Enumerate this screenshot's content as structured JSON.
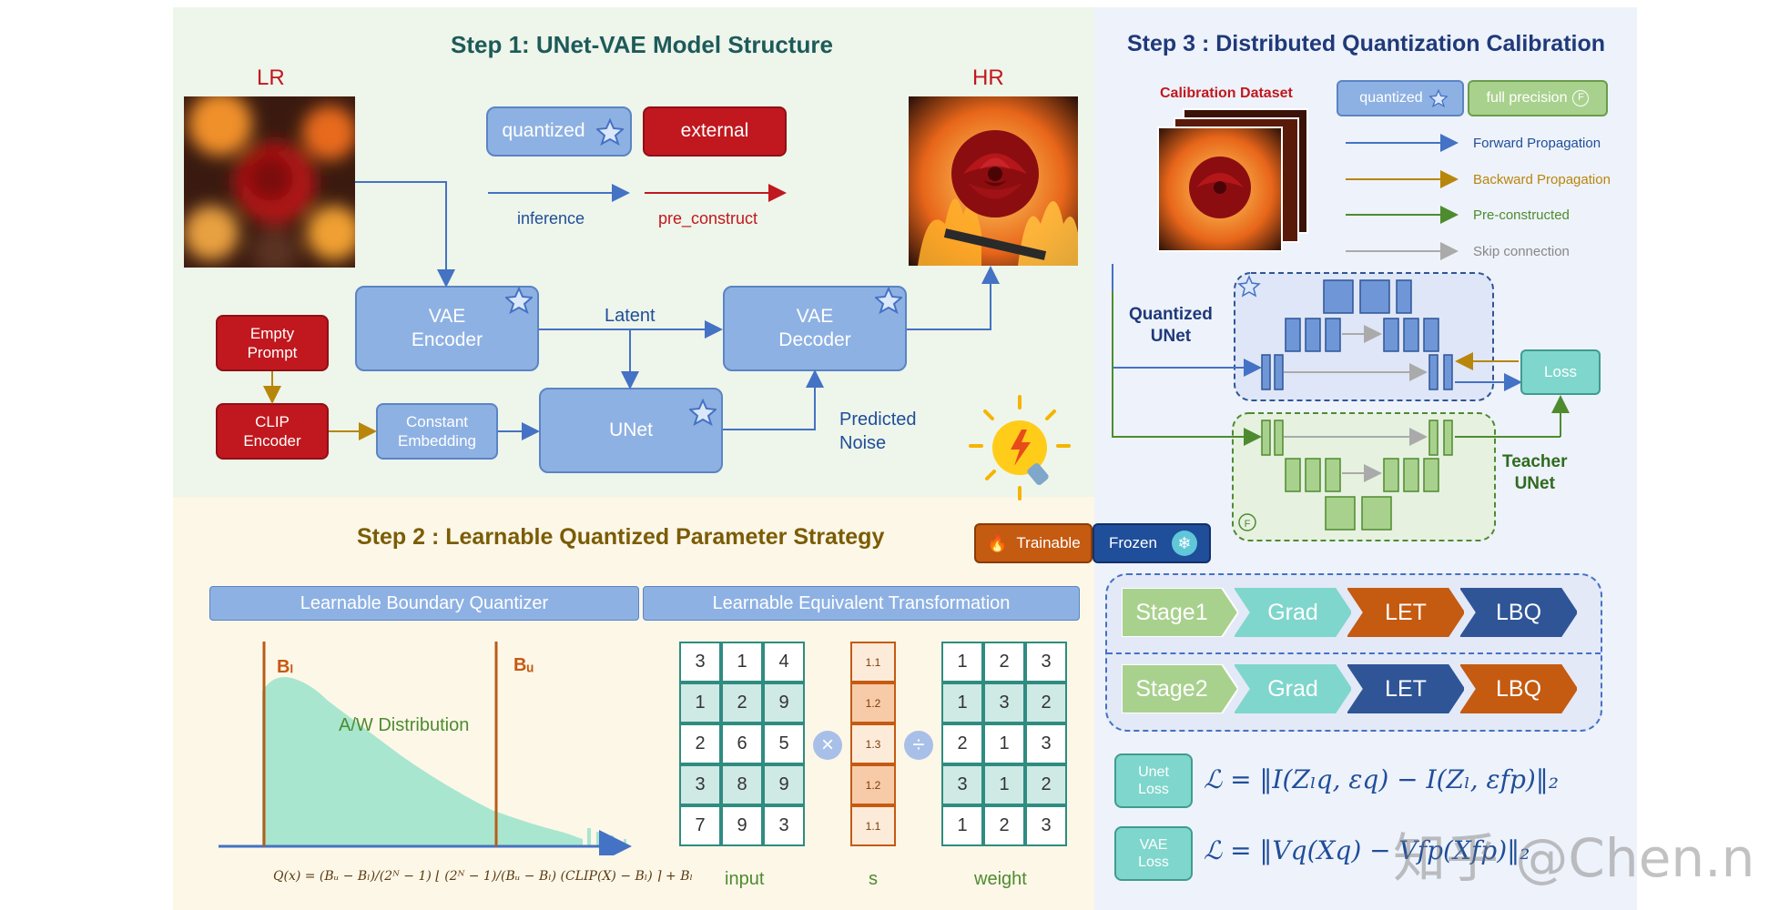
{
  "step1": {
    "title": "Step 1:   UNet-VAE Model Structure",
    "lr_label": "LR",
    "hr_label": "HR",
    "legend_quantized": "quantized",
    "legend_external": "external",
    "legend_inference": "inference",
    "legend_preconstruct": "pre_construct",
    "vae_encoder": "VAE\nEncoder",
    "vae_decoder": "VAE\nDecoder",
    "latent": "Latent",
    "unet": "UNet",
    "empty_prompt": "Empty\nPrompt",
    "clip_encoder": "CLIP\nEncoder",
    "constant_embedding": "Constant\nEmbedding",
    "predicted_noise": "Predicted\nNoise"
  },
  "step2": {
    "title": "Step 2 : Learnable Quantized Parameter Strategy",
    "trainable": "Trainable",
    "frozen": "Frozen",
    "lbq_header": "Learnable Boundary Quantizer",
    "let_header": "Learnable Equivalent Transformation",
    "bl": "Bₗ",
    "bu": "Bᵤ",
    "distribution": "A/W Distribution",
    "formula": "Q(x) = (Bᵤ − Bₗ)/(2ᴺ − 1) ⌊ (2ᴺ − 1)/(Bᵤ − Bₗ) (CLIP(X) − Bₗ) ⌉ + Bₗ",
    "input_matrix": [
      [
        "3",
        "1",
        "4"
      ],
      [
        "1",
        "2",
        "9"
      ],
      [
        "2",
        "6",
        "5"
      ],
      [
        "3",
        "8",
        "9"
      ],
      [
        "7",
        "9",
        "3"
      ]
    ],
    "s_vector": [
      "1.1",
      "1.2",
      "1.3",
      "1.2",
      "1.1"
    ],
    "weight_matrix": [
      [
        "1",
        "2",
        "3"
      ],
      [
        "1",
        "3",
        "2"
      ],
      [
        "2",
        "1",
        "3"
      ],
      [
        "3",
        "1",
        "2"
      ],
      [
        "1",
        "2",
        "3"
      ]
    ],
    "input_label": "input",
    "s_label": "s",
    "weight_label": "weight",
    "times_symbol": "×",
    "divide_symbol": "÷"
  },
  "step3": {
    "title": "Step 3 : Distributed Quantization Calibration",
    "calibration_dataset": "Calibration Dataset",
    "quantized": "quantized",
    "full_precision": "full precision",
    "fp_badge": "F",
    "forward": "Forward Propagation",
    "backward": "Backward Propagation",
    "preconstructed": "Pre-constructed",
    "skip": "Skip connection",
    "quantized_unet": "Quantized\nUNet",
    "teacher_unet": "Teacher\nUNet",
    "loss": "Loss",
    "stage1": "Stage1",
    "stage2": "Stage2",
    "stage1_steps": [
      "Grad",
      "LET",
      "LBQ"
    ],
    "stage2_steps": [
      "Grad",
      "LET",
      "LBQ"
    ],
    "unet_loss": "Unet\nLoss",
    "vae_loss": "VAE\nLoss",
    "unet_loss_formula": "ℒ = ‖I(Zₗq, εq) − I(Zₗ, εfp)‖₂",
    "vae_loss_formula": "ℒ = ‖Vq(Xq) − Vfp(Xfp)‖₂"
  },
  "watermark": "知乎 @Chen.n",
  "colors": {
    "blue": "#4472c4",
    "red": "#c0181e",
    "teal_title": "#1d5a5a",
    "olive_title": "#7b5c05",
    "gold": "#b8860b",
    "green": "#4e8b2f",
    "orange": "#c55a11",
    "navy": "#1f4e9a"
  }
}
